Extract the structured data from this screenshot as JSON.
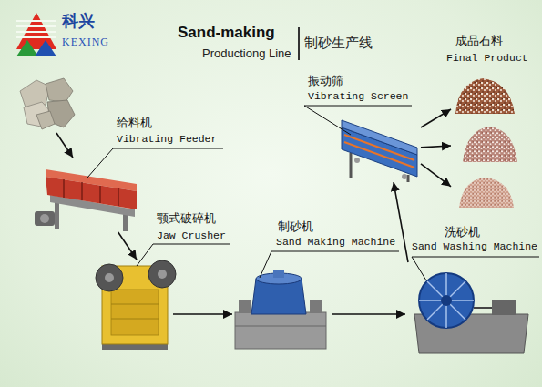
{
  "diagram": {
    "title": "Sand-making",
    "nodes": [
      {
        "text": [
          "给料机",
          "Vibrating Feeder"
        ]
      },
      {
        "text": [
          "颚式破碎机",
          "Jaw Crusher"
        ]
      },
      {
        "text": [
          "制砂机",
          "Sand Making Machine"
        ]
      },
      {
        "text": [
          "洗砂机",
          "Sand Washing Machine"
        ]
      },
      {
        "text": [
          "振动筛",
          "Vibrating Screen"
        ]
      },
      {
        "text": [
          "成品石料",
          "Final Product"
        ]
      }
    ],
    "edges": [
      {
        "from": 0,
        "to": 1,
        "arrow": "to"
      },
      {
        "from": 1,
        "to": 2,
        "arrow": "to"
      },
      {
        "from": 2,
        "to": 3,
        "arrow": "to"
      },
      {
        "from": 3,
        "to": 4,
        "arrow": "to"
      },
      {
        "from": 4,
        "to": 5,
        "arrow": "to"
      },
      {
        "from": 4,
        "to": 5,
        "arrow": "to"
      },
      {
        "from": 4,
        "to": 5,
        "arrow": "to"
      }
    ],
    "labels": [
      "科兴",
      "KEXING",
      "Productiong Line",
      "制砂生产线"
    ]
  }
}
